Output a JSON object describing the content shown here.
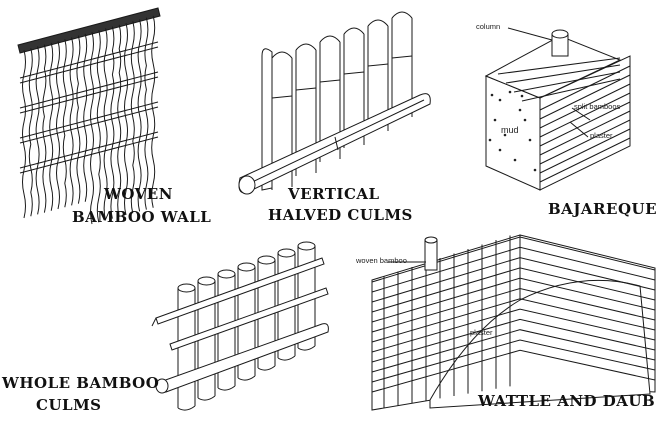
{
  "captions": {
    "woven_line1": "WOVEN",
    "woven_line2": "BAMBOO WALL",
    "vertical_line1": "VERTICAL",
    "vertical_line2": "HALVED CULMS",
    "bajareque": "BAJAREQUE",
    "whole_line1": "WHOLE BAMBOO",
    "whole_line2": "CULMS",
    "wattle": "WATTLE AND DAUB"
  },
  "labels": {
    "column": "column",
    "split_bamboos": "split bamboos",
    "plaster": "plaster",
    "mud": "mud",
    "woven_bamboo": "woven bamboo",
    "plaster_wattle": "plaster"
  }
}
